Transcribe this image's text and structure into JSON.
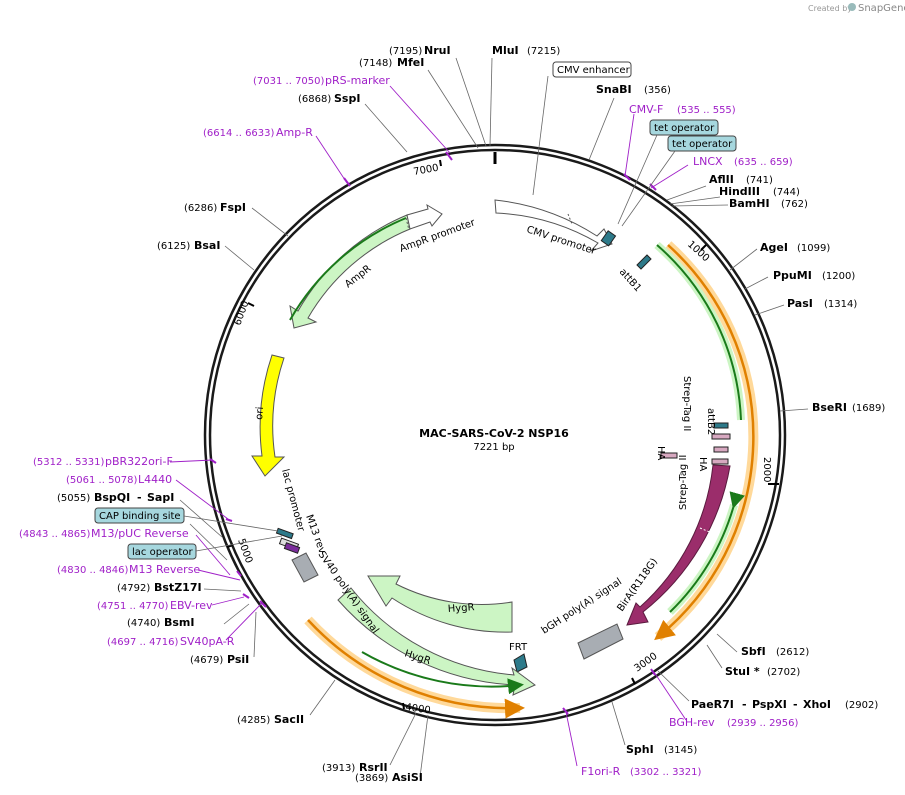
{
  "credit": {
    "prefix": "Created by",
    "brand": "SnapGene"
  },
  "plasmid": {
    "name": "MAC-SARS-CoV-2 NSP16",
    "size": "7221 bp"
  },
  "ticks": [
    "1000",
    "2000",
    "3000",
    "4000",
    "5000",
    "6000",
    "7000"
  ],
  "enzymes": {
    "nrui": {
      "name": "NruI",
      "pos": "(7195)"
    },
    "mlui": {
      "name": "MluI",
      "pos": "(7215)"
    },
    "mfei": {
      "name": "MfeI",
      "pos": "(7148)"
    },
    "sspi": {
      "name": "SspI",
      "pos": "(6868)"
    },
    "snabi": {
      "name": "SnaBI",
      "pos": "(356)"
    },
    "aflii": {
      "name": "AflII",
      "pos": "(741)"
    },
    "hindiii": {
      "name": "HindIII",
      "pos": "(744)"
    },
    "bamhi": {
      "name": "BamHI",
      "pos": "(762)"
    },
    "agei": {
      "name": "AgeI",
      "pos": "(1099)"
    },
    "ppumi": {
      "name": "PpuMI",
      "pos": "(1200)"
    },
    "pasi": {
      "name": "PasI",
      "pos": "(1314)"
    },
    "bseri": {
      "name": "BseRI",
      "pos": "(1689)"
    },
    "sbfi": {
      "name": "SbfI",
      "pos": "(2612)"
    },
    "stui": {
      "name": "StuI *",
      "pos": "(2702)"
    },
    "pae": {
      "name": "PaeR7I",
      "sep1": "-",
      "name2": "PspXI",
      "sep2": "-",
      "name3": "XhoI",
      "pos": "(2902)"
    },
    "sphi": {
      "name": "SphI",
      "pos": "(3145)"
    },
    "fspi": {
      "name": "FspI",
      "pos": "(6286)"
    },
    "bsai": {
      "name": "BsaI",
      "pos": "(6125)"
    },
    "bspqi": {
      "name": "BspQI",
      "sep": "-",
      "name2": "SapI",
      "pos": "(5055)"
    },
    "bstz17i": {
      "name": "BstZ17I",
      "pos": "(4792)"
    },
    "bsmi": {
      "name": "BsmI",
      "pos": "(4740)"
    },
    "psii": {
      "name": "PsiI",
      "pos": "(4679)"
    },
    "sacii": {
      "name": "SacII",
      "pos": "(4285)"
    },
    "rsrii": {
      "name": "RsrII",
      "pos": "(3913)"
    },
    "asisi": {
      "name": "AsiSI",
      "pos": "(3869)"
    }
  },
  "primers": {
    "prs": {
      "name": "pRS-marker",
      "range": "(7031 .. 7050)"
    },
    "ampr": {
      "name": "Amp-R",
      "range": "(6614 .. 6633)"
    },
    "cmvf": {
      "name": "CMV-F",
      "range": "(535 .. 555)"
    },
    "lncx": {
      "name": "LNCX",
      "range": "(635 .. 659)"
    },
    "pbr": {
      "name": "pBR322ori-F",
      "range": "(5312 .. 5331)"
    },
    "l4440": {
      "name": "L4440",
      "range": "(5061 .. 5078)"
    },
    "m13puc": {
      "name": "M13/pUC Reverse",
      "range": "(4843 .. 4865)"
    },
    "m13rev": {
      "name": "M13 Reverse",
      "range": "(4830 .. 4846)"
    },
    "ebv": {
      "name": "EBV-rev",
      "range": "(4751 .. 4770)"
    },
    "sv40pa": {
      "name": "SV40pA-R",
      "range": "(4697 .. 4716)"
    },
    "bgh": {
      "name": "BGH-rev",
      "range": "(2939 .. 2956)"
    },
    "f1ori": {
      "name": "F1ori-R",
      "range": "(3302 .. 3321)"
    }
  },
  "boxed": {
    "cmv_enhancer": "CMV enhancer",
    "tet1": "tet operator",
    "tet2": "tet operator",
    "cap": "CAP binding site",
    "lacop": "lac operator"
  },
  "features": {
    "cmv_promoter": "CMV promoter",
    "attb1": "attB1",
    "attb2": "attB2",
    "strep1": "Strep-Tag II",
    "strep2": "Strep-Tag II",
    "ha1": "HA",
    "ha2": "HA",
    "birA": "BirA(R118G)",
    "bgh": "bGH poly(A) signal",
    "frt": "FRT",
    "hygr1": "HygR",
    "hygr2": "HygR",
    "sv40": "SV40 poly(A) signal",
    "m13rev": "M13 rev",
    "lacprom": "lac promoter",
    "ori": "ori",
    "ampr": "AmpR",
    "ampr_prom": "AmpR promoter"
  },
  "colors": {
    "backbone": "#1a1a1a",
    "green_feature": "#ccf5c4",
    "orange_orf": "#f5a623",
    "orange_glow": "#ffd99a",
    "ori": "#ffff00",
    "birA": "#9b2d6b",
    "primer": "#a020c8",
    "teal_box": "#a6d7de",
    "steel": "#2d7a8a",
    "gray_feature": "#a8adb3"
  }
}
